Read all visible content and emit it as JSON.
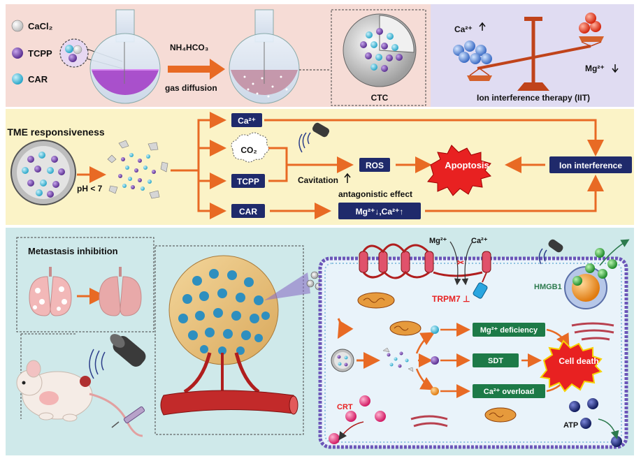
{
  "top_panel": {
    "legend": [
      {
        "label": "CaCl₂",
        "color": "#e6e6e6"
      },
      {
        "label": "TCPP",
        "color": "#6b3fa0"
      },
      {
        "label": "CAR",
        "color": "#3fb7d6"
      }
    ],
    "reaction_reagent": "NH₄HCO₃",
    "reaction_method": "gas diffusion",
    "product_label": "CTC",
    "iit_ca": "Ca²⁺",
    "iit_mg": "Mg²⁺",
    "iit_title": "Ion interference therapy (IIT)"
  },
  "middle_panel": {
    "title": "TME responsiveness",
    "ph_label": "pH < 7",
    "ca_box": "Ca²⁺",
    "co2_label": "CO₂",
    "tcpp_box": "TCPP",
    "car_box": "CAR",
    "cavitation_label": "Cavitation",
    "ros_box": "ROS",
    "apoptosis_label": "Apoptosis",
    "ion_interference_box": "Ion interference",
    "antagonistic_label": "antagonistic effect",
    "mg_ca_box": "Mg²⁺↓,Ca²⁺↑"
  },
  "bottom_panel": {
    "metastasis_title": "Metastasis inhibition",
    "mg_channel_label": "Mg²⁺",
    "ca_channel_label": "Ca²⁺",
    "trpm7_label": "TRPM7 ⊥",
    "hmgb1_label": "HMGB1",
    "mg_deficiency_box": "Mg²⁺ deficiency",
    "sdt_box": "SDT",
    "ca_overload_box": "Ca²⁺ overload",
    "cell_death_label": "Cell death",
    "crt_label": "CRT",
    "atp_label": "ATP"
  },
  "colors": {
    "top_bg": "#f6dcd6",
    "iit_bg": "#e0dcf2",
    "middle_bg": "#fbf3c7",
    "bottom_bg": "#cfe9ea",
    "navy_box": "#1f2a6b",
    "green_box": "#1d7a47",
    "arrow": "#e86a24",
    "red_burst": "#e82121"
  }
}
